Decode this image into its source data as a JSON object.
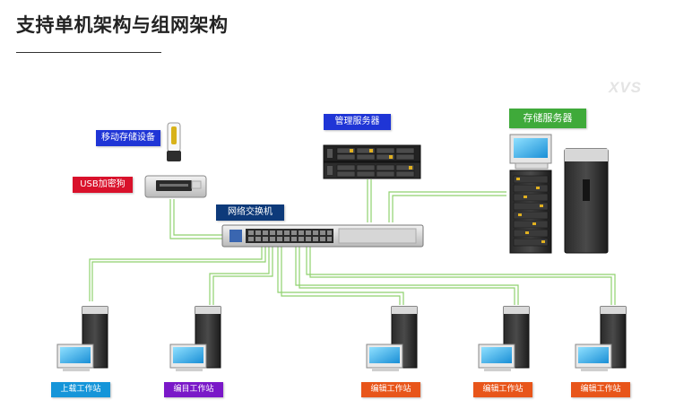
{
  "title": "支持单机架构与组网架构",
  "watermark": "XVS",
  "colors": {
    "line": "#8fd16e",
    "blue": "#1f35d6",
    "red": "#d9112b",
    "navy": "#0d3a7a",
    "green": "#3faa3a",
    "cyan": "#1595d9",
    "purple": "#7a18c8",
    "orange": "#e8551a"
  },
  "labels": {
    "mobile_storage": "移动存储设备",
    "usb_key": "USB加密狗",
    "switch": "网络交换机",
    "management_server": "管理服务器",
    "storage_server": "存储服务器",
    "upload_station": "上载工作站",
    "edit_station_1": "编目工作站",
    "edit_station_2": "编辑工作站",
    "edit_station_3": "编辑工作站",
    "edit_station_4": "编辑工作站"
  }
}
